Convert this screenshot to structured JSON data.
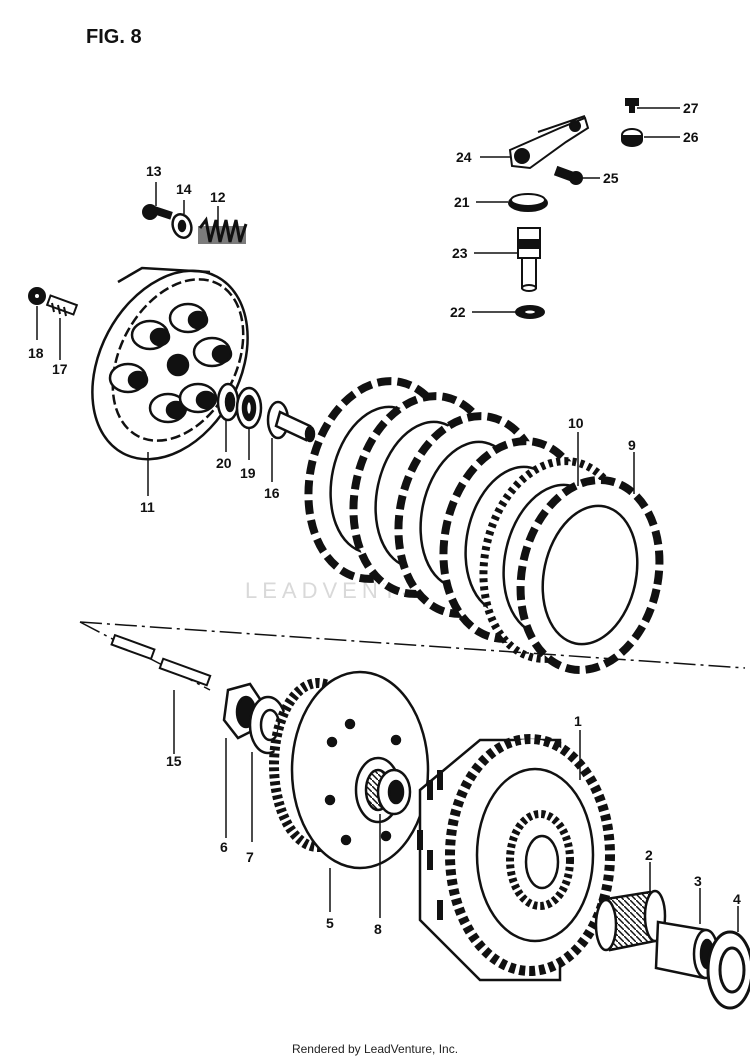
{
  "figure": {
    "title": "FIG. 8"
  },
  "watermark": {
    "text": "LEADVENTURE"
  },
  "footer": {
    "text": "Rendered by LeadVenture, Inc."
  },
  "callouts": [
    "1",
    "2",
    "3",
    "4",
    "5",
    "6",
    "7",
    "8",
    "9",
    "10",
    "11",
    "12",
    "13",
    "14",
    "15",
    "16",
    "17",
    "18",
    "19",
    "20",
    "21",
    "22",
    "23",
    "24",
    "25",
    "26",
    "27"
  ],
  "colors": {
    "ink": "#111111",
    "watermark": "#d9d9d9",
    "background": "#ffffff"
  }
}
